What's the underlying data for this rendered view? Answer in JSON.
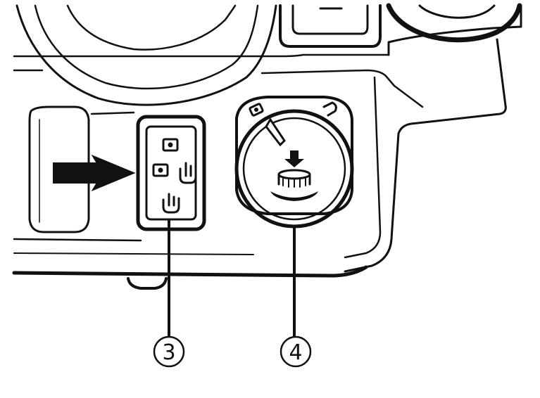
{
  "callouts": [
    {
      "id": "switch",
      "number": "3"
    },
    {
      "id": "knob",
      "number": "4"
    }
  ],
  "palette": {
    "line": "#111111",
    "background": "#ffffff"
  },
  "icons": {
    "switch_top": "camera-icon",
    "switch_left": "camera-icon",
    "switch_right": "hand-icon",
    "switch_bottom": "hand-icon",
    "knob_face": "rotary-knob-icon",
    "indicator": "arrow-right-icon"
  }
}
